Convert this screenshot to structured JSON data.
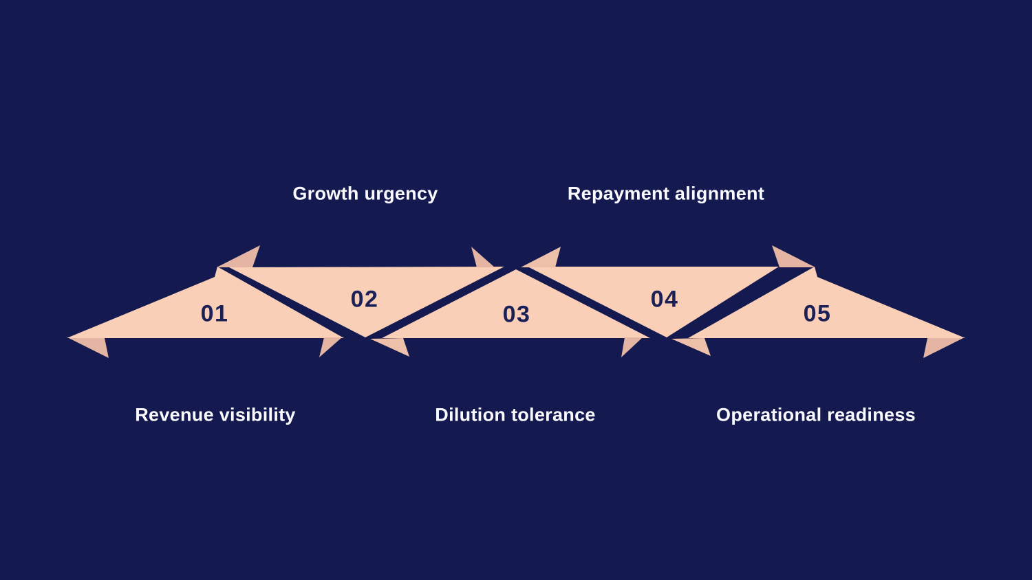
{
  "colors": {
    "background": "#141A50",
    "arrow_main": "#F9CFB7",
    "arrow_shadow": "#E3B5A2",
    "arrow_shadow_light": "#EDC0AA",
    "number_text": "#1B2056",
    "label_text": "#FAFAFE"
  },
  "steps": [
    {
      "number": "01",
      "label": "Revenue visibility"
    },
    {
      "number": "02",
      "label": "Growth urgency"
    },
    {
      "number": "03",
      "label": "Dilution tolerance"
    },
    {
      "number": "04",
      "label": "Repayment alignment"
    },
    {
      "number": "05",
      "label": "Operational readiness"
    }
  ]
}
